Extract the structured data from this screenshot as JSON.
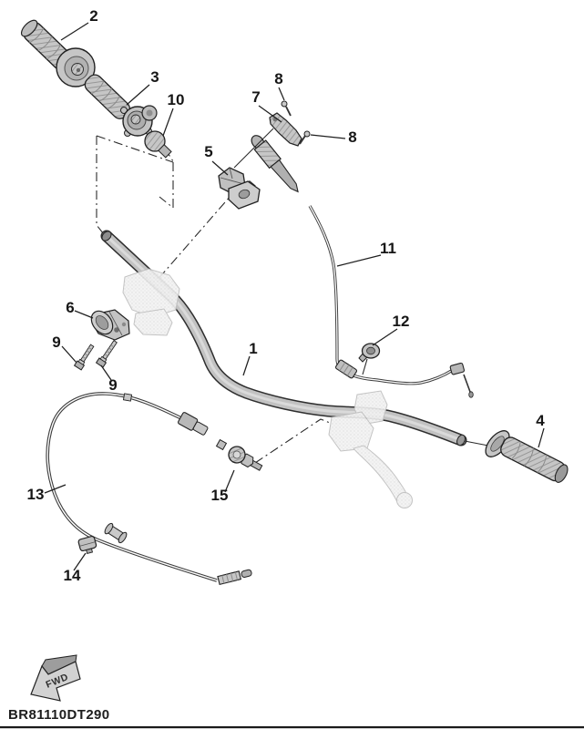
{
  "diagram": {
    "code": "BR81110DT290",
    "fwd_label": "FWD",
    "callouts": [
      {
        "label": "2"
      },
      {
        "label": "3"
      },
      {
        "label": "10"
      },
      {
        "label": "8"
      },
      {
        "label": "7"
      },
      {
        "label": "8"
      },
      {
        "label": "5"
      },
      {
        "label": "11"
      },
      {
        "label": "6"
      },
      {
        "label": "9"
      },
      {
        "label": "9"
      },
      {
        "label": "1"
      },
      {
        "label": "12"
      },
      {
        "label": "4"
      },
      {
        "label": "13"
      },
      {
        "label": "15"
      },
      {
        "label": "14"
      }
    ],
    "colors": {
      "line": "#1c1c1c",
      "part_fill": "#c6c6c6",
      "part_shade": "#9d9d9d",
      "ghost_fill": "#f1f1f1",
      "background": "#ffffff"
    }
  }
}
